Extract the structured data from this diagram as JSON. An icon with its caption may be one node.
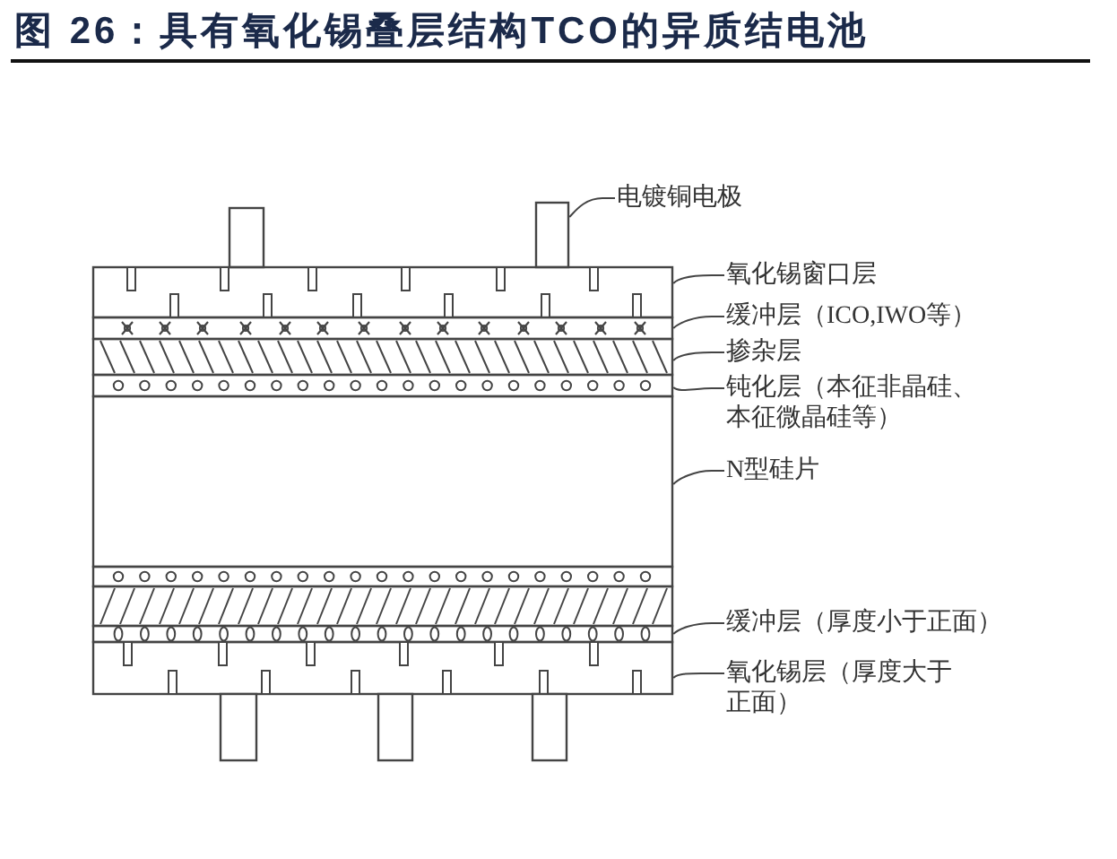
{
  "diagram": {
    "title": "图 26：具有氧化锡叠层结构TCO的异质结电池",
    "nodes": [
      {
        "text": [
          "电镀铜电极"
        ]
      },
      {
        "text": [
          "氧化锡窗口层"
        ]
      },
      {
        "text": [
          "缓冲层（ICO,IWO等）"
        ]
      },
      {
        "text": [
          "掺杂层"
        ]
      },
      {
        "text": [
          "钝化层（本征非晶硅、本征微晶硅等）"
        ]
      },
      {
        "text": [
          "N型硅片"
        ]
      },
      {
        "text": [
          "缓冲层（厚度小于正面）"
        ]
      },
      {
        "text": [
          "氧化锡层（厚度大于正面）"
        ]
      },
      {
        "text": [],
        "shape": "box"
      },
      {
        "text": [],
        "shape": "box"
      },
      {
        "text": [],
        "shape": "box"
      },
      {
        "text": [],
        "shape": "box"
      },
      {
        "text": [],
        "shape": "box"
      },
      {
        "text": [],
        "shape": "box"
      },
      {
        "text": [],
        "shape": "box"
      },
      {
        "text": [],
        "shape": "box"
      },
      {
        "text": [],
        "shape": "box"
      },
      {
        "text": [],
        "shape": "box"
      },
      {
        "text": [],
        "shape": "box"
      },
      {
        "text": [],
        "shape": "box"
      },
      {
        "text": [],
        "shape": "box"
      },
      {
        "text": [],
        "shape": "box"
      }
    ],
    "edges": [
      {
        "from": 0,
        "to": 9,
        "arrow": "none"
      },
      {
        "from": 1,
        "to": 10,
        "arrow": "none"
      },
      {
        "from": 2,
        "to": 11,
        "arrow": "none"
      },
      {
        "from": 3,
        "to": 12,
        "arrow": "none"
      },
      {
        "from": 4,
        "to": 13,
        "arrow": "none"
      },
      {
        "from": 5,
        "to": 14,
        "arrow": "none"
      },
      {
        "from": 6,
        "to": 17,
        "arrow": "none"
      },
      {
        "from": 7,
        "to": 18,
        "arrow": "none"
      }
    ]
  }
}
